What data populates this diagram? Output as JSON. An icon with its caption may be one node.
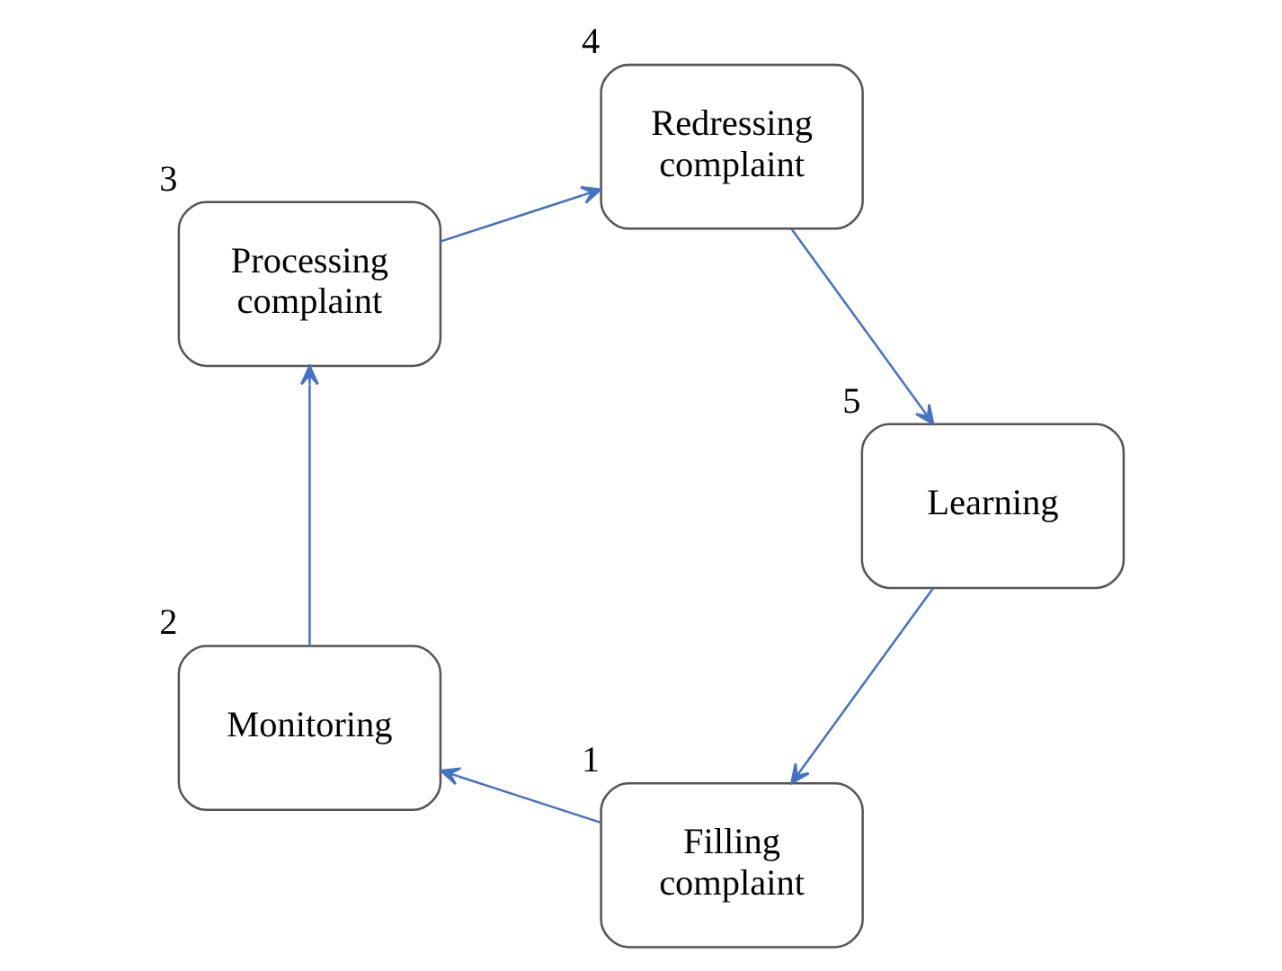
{
  "diagram": {
    "nodes": [
      {
        "text": [
          "Filling complaint"
        ],
        "beside": [
          "1"
        ]
      },
      {
        "text": [
          "Monitoring"
        ],
        "beside": [
          "2"
        ]
      },
      {
        "text": [
          "Processing complaint"
        ],
        "beside": [
          "3"
        ]
      },
      {
        "text": [
          "Redressing complaint"
        ],
        "beside": [
          "4"
        ]
      },
      {
        "text": [
          "Learning"
        ],
        "beside": [
          "5"
        ]
      }
    ],
    "edges": [
      {
        "from": 0,
        "to": 1,
        "arrow": "to"
      },
      {
        "from": 1,
        "to": 2,
        "arrow": "to"
      },
      {
        "from": 2,
        "to": 3,
        "arrow": "to"
      },
      {
        "from": 3,
        "to": 4,
        "arrow": "to"
      },
      {
        "from": 4,
        "to": 0,
        "arrow": "to"
      }
    ]
  }
}
